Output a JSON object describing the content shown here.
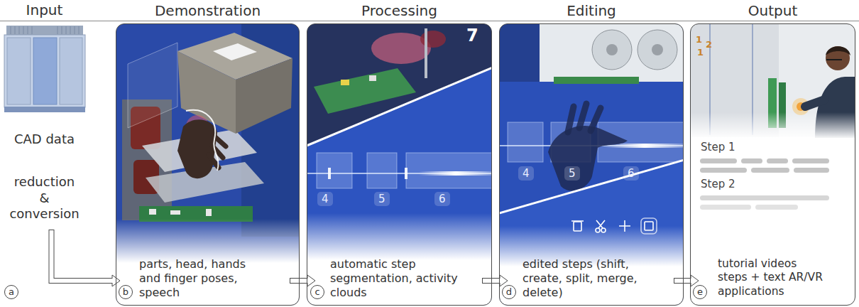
{
  "diagram": {
    "nodes": [
      {
        "text": [
          "Input",
          "CAD data",
          "reduction & conversion"
        ]
      },
      {
        "text": [
          "Demonstration",
          "parts, head, hands and finger poses, speech"
        ]
      },
      {
        "text": [
          "Processing",
          "automatic step segmentation, activity clouds"
        ]
      },
      {
        "text": [
          "Editing",
          "edited steps (shift, create, split, merge, delete)"
        ]
      },
      {
        "text": [
          "Output",
          "tutorial videos steps + text AR/VR applications"
        ]
      }
    ],
    "edges": [
      {
        "from": 0,
        "to": 1,
        "arrow": "to"
      },
      {
        "from": 1,
        "to": 2,
        "arrow": "to"
      },
      {
        "from": 2,
        "to": 3,
        "arrow": "to"
      },
      {
        "from": 3,
        "to": 4,
        "arrow": "to"
      }
    ],
    "labels": [
      "a",
      "b",
      "c",
      "d",
      "e",
      "7",
      "4",
      "5",
      "6",
      "4",
      "5",
      "6",
      "1",
      "2",
      "1",
      "Step 1",
      "Step 2"
    ]
  }
}
